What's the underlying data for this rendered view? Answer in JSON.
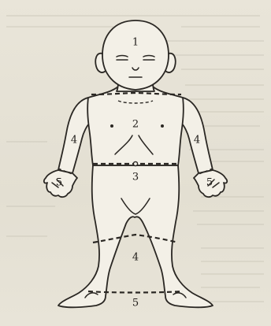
{
  "labels": {
    "head": "1",
    "trunk": "2",
    "lower_trunk": "3",
    "arm_left": "4",
    "arm_right": "4",
    "hand_left": "5",
    "hand_right": "5",
    "legs": "4",
    "feet": "5"
  },
  "colors": {
    "paper": "#e6e2d6",
    "line": "#2a2723"
  }
}
